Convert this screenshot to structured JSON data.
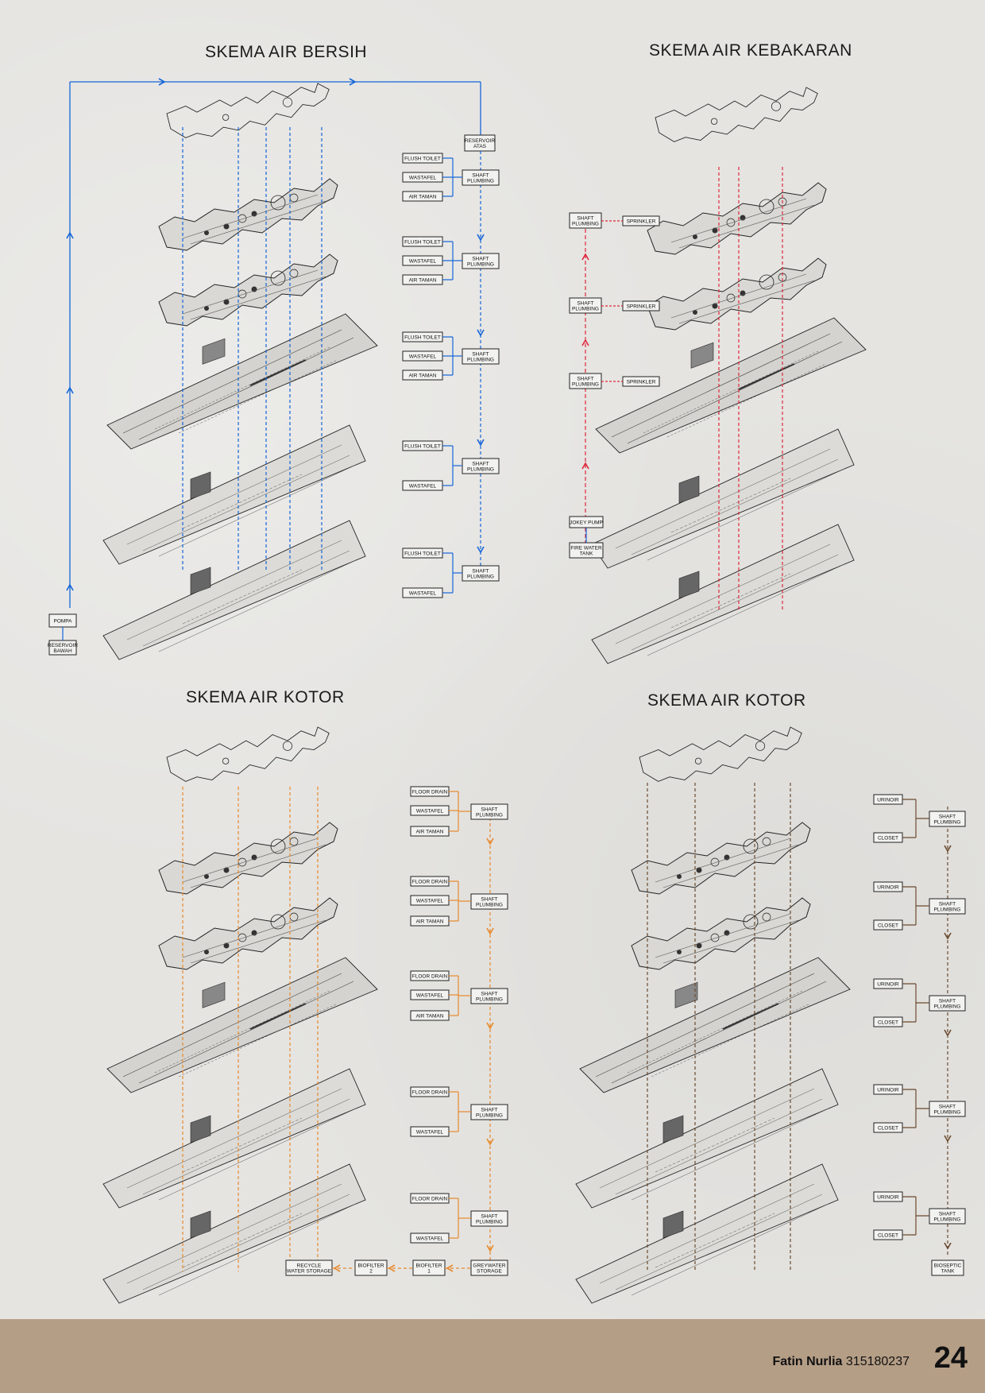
{
  "panels": {
    "clean": {
      "title": "SKEMA AIR BERSIH",
      "color": "#1565d8",
      "top_box": [
        "RESERVOIR",
        "ATAS"
      ],
      "bottom_boxes": [
        [
          "POMPA"
        ],
        [
          "RESERVOIR",
          "BAWAH"
        ]
      ],
      "floors": [
        {
          "fixtures": [
            "FLUSH TOILET",
            "WASTAFEL",
            "AIR TAMAN"
          ],
          "shaft": [
            "SHAFT",
            "PLUMBING"
          ]
        },
        {
          "fixtures": [
            "FLUSH TOILET",
            "WASTAFEL",
            "AIR TAMAN"
          ],
          "shaft": [
            "SHAFT",
            "PLUMBING"
          ]
        },
        {
          "fixtures": [
            "FLUSH TOILET",
            "WASTAFEL",
            "AIR TAMAN"
          ],
          "shaft": [
            "SHAFT",
            "PLUMBING"
          ]
        },
        {
          "fixtures": [
            "FLUSH TOILET",
            "WASTAFEL"
          ],
          "shaft": [
            "SHAFT",
            "PLUMBING"
          ]
        },
        {
          "fixtures": [
            "FLUSH TOILET",
            "WASTAFEL"
          ],
          "shaft": [
            "SHAFT",
            "PLUMBING"
          ]
        }
      ]
    },
    "fire": {
      "title": "SKEMA AIR KEBAKARAN",
      "color": "#e0283c",
      "floors": [
        {
          "shaft": [
            "SHAFT",
            "PLUMBING"
          ],
          "device": "SPRINKLER"
        },
        {
          "shaft": [
            "SHAFT",
            "PLUMBING"
          ],
          "device": "SPRINKLER"
        },
        {
          "shaft": [
            "SHAFT",
            "PLUMBING"
          ],
          "device": "SPRINKLER"
        }
      ],
      "pump": [
        "JOKEY PUMP"
      ],
      "tank": [
        "FIRE WATER",
        "TANK"
      ]
    },
    "grey": {
      "title": "SKEMA AIR KOTOR",
      "color": "#e8892b",
      "floors": [
        {
          "fixtures": [
            "FLOOR DRAIN",
            "WASTAFEL",
            "AIR TAMAN"
          ],
          "shaft": [
            "SHAFT",
            "PLUMBING"
          ]
        },
        {
          "fixtures": [
            "FLOOR DRAIN",
            "WASTAFEL",
            "AIR TAMAN"
          ],
          "shaft": [
            "SHAFT",
            "PLUMBING"
          ]
        },
        {
          "fixtures": [
            "FLOOR DRAIN",
            "WASTAFEL",
            "AIR TAMAN"
          ],
          "shaft": [
            "SHAFT",
            "PLUMBING"
          ]
        },
        {
          "fixtures": [
            "FLOOR DRAIN",
            "WASTAFEL"
          ],
          "shaft": [
            "SHAFT",
            "PLUMBING"
          ]
        },
        {
          "fixtures": [
            "FLOOR DRAIN",
            "WASTAFEL"
          ],
          "shaft": [
            "SHAFT",
            "PLUMBING"
          ]
        }
      ],
      "chain": [
        [
          "RECYCLE",
          "WATER STORAGE"
        ],
        [
          "BIOFILTER",
          "2"
        ],
        [
          "BIOFILTER",
          "1"
        ],
        [
          "GREYWATER",
          "STORAGE"
        ]
      ]
    },
    "black": {
      "title": "SKEMA AIR KOTOR",
      "color": "#6b4a2e",
      "floors": [
        {
          "fixtures": [
            "URINOIR",
            "CLOSET"
          ],
          "shaft": [
            "SHAFT",
            "PLUMBING"
          ]
        },
        {
          "fixtures": [
            "URINOIR",
            "CLOSET"
          ],
          "shaft": [
            "SHAFT",
            "PLUMBING"
          ]
        },
        {
          "fixtures": [
            "URINOIR",
            "CLOSET"
          ],
          "shaft": [
            "SHAFT",
            "PLUMBING"
          ]
        },
        {
          "fixtures": [
            "URINOIR",
            "CLOSET"
          ],
          "shaft": [
            "SHAFT",
            "PLUMBING"
          ]
        },
        {
          "fixtures": [
            "URINOIR",
            "CLOSET"
          ],
          "shaft": [
            "SHAFT",
            "PLUMBING"
          ]
        }
      ],
      "end": [
        "BIOSEPTIC",
        "TANK"
      ]
    }
  },
  "footer": {
    "author_name": "Fatin Nurlia",
    "author_id": "315180237",
    "page_number": "24"
  }
}
